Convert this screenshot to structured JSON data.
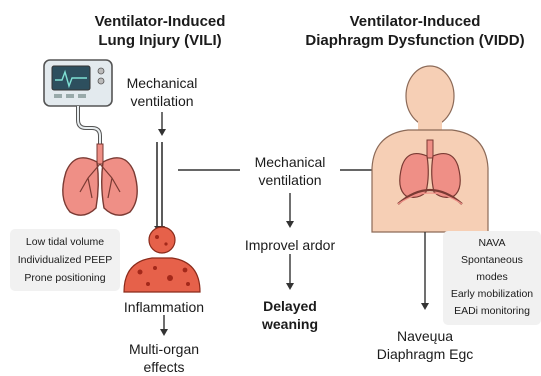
{
  "left_title_line1": "Ventilator-Induced",
  "left_title_line2": "Lung Injury (VILI)",
  "right_title_line1": "Ventilator-Induced",
  "right_title_line2": "Diaphragm Dysfunction (VIDD)",
  "left_mv_line1": "Mechanical",
  "left_mv_line2": "ventilation",
  "center_mv_line1": "Mechanical",
  "center_mv_line2": "ventilation",
  "improvel": "Improvel ardor",
  "delayed_line1": "Delayed",
  "delayed_line2": "weaning",
  "inflammation": "Inflammation",
  "multiorgan_line1": "Multi-organ",
  "multiorgan_line2": "effects",
  "left_box": [
    "Low tidal volume",
    "Individualized PEEP",
    "Prone positioning"
  ],
  "right_box": [
    "NAVA",
    "Spontaneous",
    "modes",
    "Early mobilization",
    "EADi monitoring"
  ],
  "bottom_right_line1": "Naveųua",
  "bottom_right_line2": "Diaphragm Egc",
  "colors": {
    "lung": "#ef8f86",
    "skin": "#f6cfb5",
    "node": "#e6614a",
    "monitor": "#d9e3e8"
  }
}
